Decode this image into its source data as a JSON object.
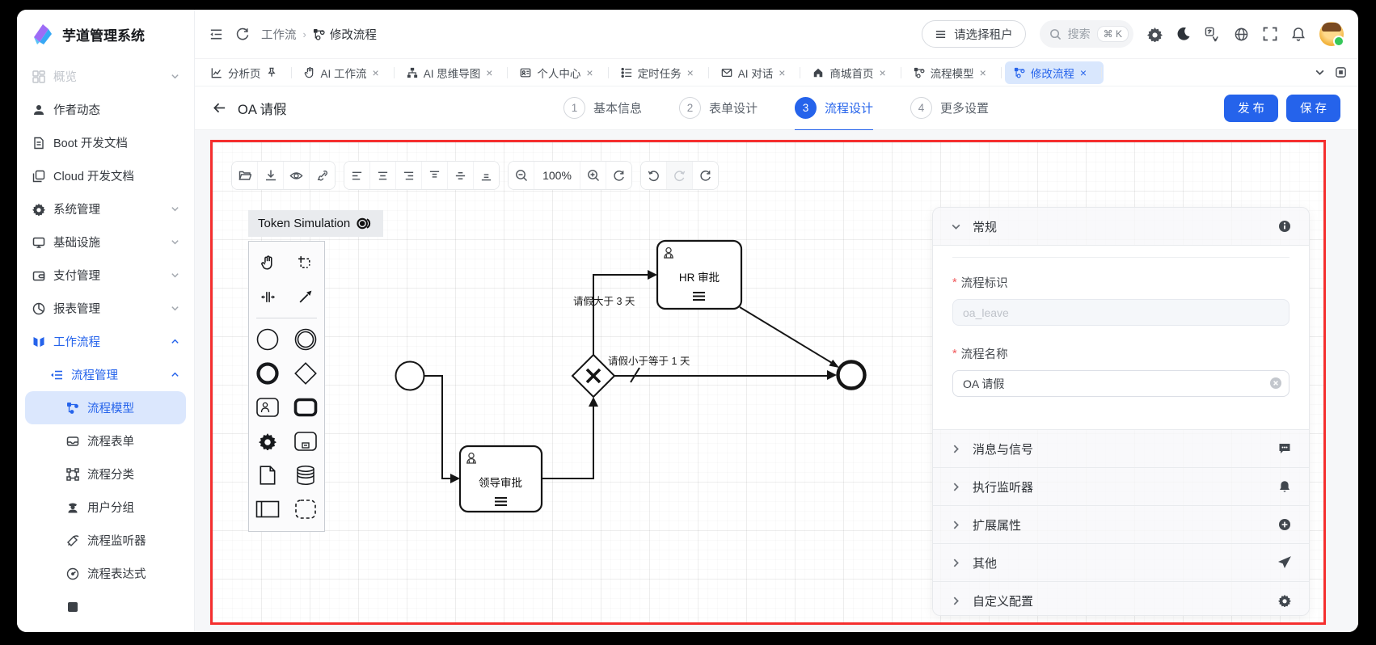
{
  "app": {
    "title": "芋道管理系统"
  },
  "topbar": {
    "breadcrumb": {
      "section": "工作流",
      "separator": "›",
      "current": "修改流程"
    },
    "tenant_button_label": "请选择租户",
    "search_label": "搜索",
    "search_shortcut": "⌘ K",
    "icon_names": [
      "menu-fold",
      "refresh",
      "settings-gear",
      "dark-mode-moon",
      "translate",
      "globe",
      "fullscreen",
      "notification-bell",
      "user-avatar"
    ]
  },
  "tabbar": {
    "close_glyph": "×",
    "tabs": [
      {
        "label": "分析页",
        "icon": "analytics-chart",
        "pinned": true,
        "closable": false,
        "active": false
      },
      {
        "label": "AI 工作流",
        "icon": "hand",
        "closable": true,
        "active": false
      },
      {
        "label": "AI 思维导图",
        "icon": "sitemap",
        "closable": true,
        "active": false
      },
      {
        "label": "个人中心",
        "icon": "profile-card",
        "closable": true,
        "active": false
      },
      {
        "label": "定时任务",
        "icon": "task-list",
        "closable": true,
        "active": false
      },
      {
        "label": "AI 对话",
        "icon": "mail",
        "closable": true,
        "active": false
      },
      {
        "label": "商城首页",
        "icon": "home",
        "closable": true,
        "active": false
      },
      {
        "label": "流程模型",
        "icon": "workflow",
        "closable": true,
        "active": false
      },
      {
        "label": "修改流程",
        "icon": "workflow",
        "closable": true,
        "active": true
      }
    ]
  },
  "sidebar": {
    "items": [
      {
        "label": "概览",
        "icon": "dashboard-grid",
        "chevron": "down",
        "muted": true
      },
      {
        "label": "作者动态",
        "icon": "user"
      },
      {
        "label": "Boot 开发文档",
        "icon": "document"
      },
      {
        "label": "Cloud 开发文档",
        "icon": "documents"
      },
      {
        "label": "系统管理",
        "icon": "gear",
        "chevron": "down"
      },
      {
        "label": "基础设施",
        "icon": "monitor",
        "chevron": "down"
      },
      {
        "label": "支付管理",
        "icon": "wallet",
        "chevron": "down"
      },
      {
        "label": "报表管理",
        "icon": "pie-chart",
        "chevron": "down"
      },
      {
        "label": "工作流程",
        "icon": "workflow-book",
        "chevron": "up",
        "expanded": true
      },
      {
        "label": "流程管理",
        "icon": "list-collapse",
        "chevron": "up",
        "level": 2,
        "expanded": true
      },
      {
        "label": "流程模型",
        "icon": "workflow",
        "level": 3,
        "active": true
      },
      {
        "label": "流程表单",
        "icon": "form-drawer",
        "level": 3
      },
      {
        "label": "流程分类",
        "icon": "category",
        "level": 3
      },
      {
        "label": "用户分组",
        "icon": "user-group",
        "level": 3
      },
      {
        "label": "流程监听器",
        "icon": "listener",
        "level": 3
      },
      {
        "label": "流程表达式",
        "icon": "expression",
        "level": 3
      }
    ]
  },
  "page_header": {
    "title": "OA 请假",
    "steps": [
      {
        "num": "1",
        "label": "基本信息",
        "active": false
      },
      {
        "num": "2",
        "label": "表单设计",
        "active": false
      },
      {
        "num": "3",
        "label": "流程设计",
        "active": true
      },
      {
        "num": "4",
        "label": "更多设置",
        "active": false
      }
    ],
    "publish_label": "发 布",
    "save_label": "保 存"
  },
  "designer": {
    "toolbar": {
      "zoom_level": "100%",
      "groups": [
        [
          "open-file",
          "download",
          "preview",
          "link"
        ],
        [
          "align-left",
          "align-center",
          "align-right",
          "align-top",
          "align-middle",
          "align-bottom"
        ],
        [
          "zoom-out",
          "zoom-level",
          "zoom-in",
          "reset-zoom"
        ],
        [
          "undo",
          "redo-disabled",
          "redo"
        ]
      ]
    },
    "token_simulation_label": "Token Simulation",
    "palette_tools": [
      "hand-tool",
      "lasso-tool",
      "space-tool",
      "global-connect-tool",
      "start-event",
      "intermediate-event",
      "end-event",
      "exclusive-gateway",
      "user-task",
      "call-activity",
      "service-task",
      "subprocess",
      "data-object",
      "data-store",
      "participant",
      "group"
    ],
    "diagram": {
      "nodes": {
        "start": {
          "type": "start-event"
        },
        "leader_task": {
          "type": "user-task",
          "label": "领导审批"
        },
        "gateway": {
          "type": "exclusive-gateway"
        },
        "hr_task": {
          "type": "user-task",
          "label": "HR 审批"
        },
        "end": {
          "type": "end-event"
        }
      },
      "flow_labels": {
        "gt3": "请假大于 3 天",
        "lte1": "请假小于等于 1 天"
      },
      "flows": [
        {
          "from": "start",
          "to": "leader_task"
        },
        {
          "from": "leader_task",
          "to": "gateway"
        },
        {
          "from": "gateway",
          "to": "hr_task",
          "label": "请假大于 3 天"
        },
        {
          "from": "gateway",
          "to": "end",
          "label": "请假小于等于 1 天",
          "default": true
        },
        {
          "from": "hr_task",
          "to": "end"
        }
      ]
    },
    "properties_panel": {
      "general_label": "常规",
      "fields": {
        "process_key": {
          "label": "流程标识",
          "value": "oa_leave",
          "required": true,
          "disabled": true
        },
        "process_name": {
          "label": "流程名称",
          "value": "OA 请假",
          "required": true,
          "clearable": true
        }
      },
      "sections": [
        {
          "label": "消息与信号",
          "icon": "message"
        },
        {
          "label": "执行监听器",
          "icon": "bell"
        },
        {
          "label": "扩展属性",
          "icon": "plus-circle"
        },
        {
          "label": "其他",
          "icon": "send"
        },
        {
          "label": "自定义配置",
          "icon": "gear"
        }
      ]
    }
  },
  "colors": {
    "primary": "#2563eb",
    "active_tab_bg": "#d9e7fd",
    "sidebar_active_bg": "#dbe7fd",
    "highlight_border": "#f52f2f",
    "required_mark": "#f0575a"
  }
}
